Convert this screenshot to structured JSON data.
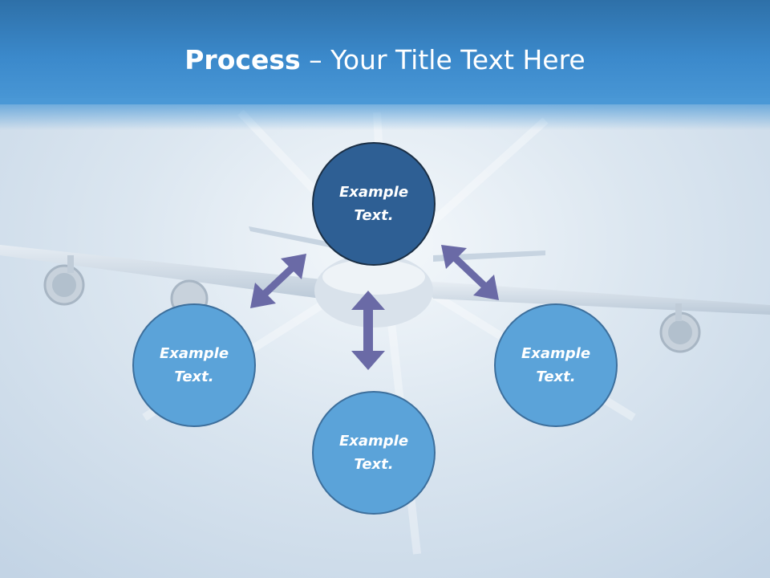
{
  "title": {
    "bold": "Process",
    "rest": " – Your Title Text Here"
  },
  "nodes": {
    "center": "Example\nText.",
    "left": "Example\nText.",
    "bottom": "Example\nText.",
    "right": "Example\nText."
  },
  "colors": {
    "header": "#3b89cb",
    "center_fill": "#2e5f94",
    "outer_fill": "#5ba3d9",
    "arrow": "#6a6aa6"
  }
}
